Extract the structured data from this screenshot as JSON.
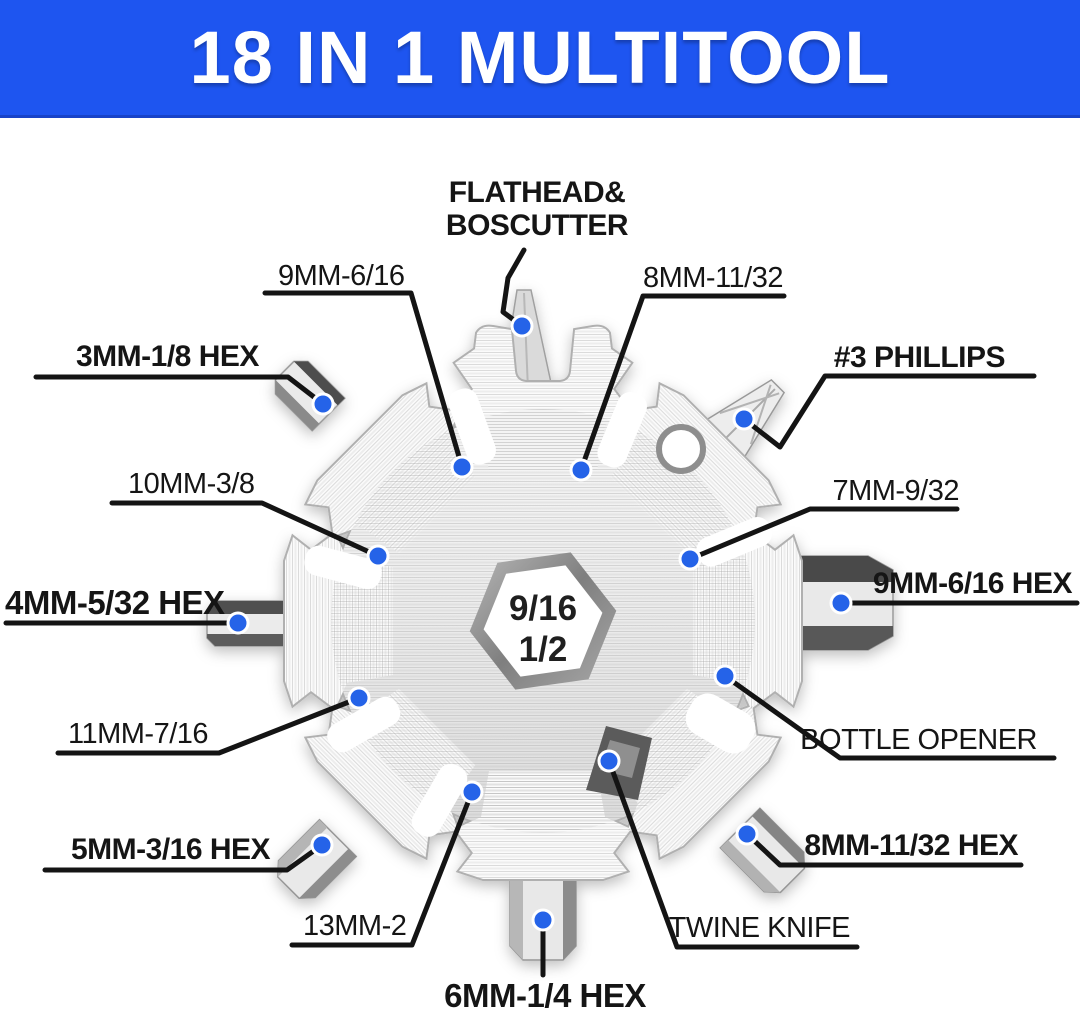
{
  "header": {
    "title": "18 IN 1 MULTITOOL",
    "background": "#1e55f0",
    "text_color": "#ffffff"
  },
  "tool": {
    "type": "snowflake-multitool",
    "center_marking": {
      "line1": "9/16",
      "line2": "1/2"
    },
    "colors": {
      "dot": "#2563e8",
      "leader_line": "#141414",
      "metal_light": "#fafafa",
      "metal_dark": "#d2d2d2",
      "bit_dark": "#4a4a4a"
    }
  },
  "callouts": {
    "flathead": {
      "text": "FLATHEAD&\nBOSCUTTER"
    },
    "size_9mm_616": {
      "text": "9MM-6/16"
    },
    "size_8mm_1132": {
      "text": "8MM-11/32"
    },
    "hex_3mm": {
      "text": "3MM-1/8 HEX"
    },
    "phillips": {
      "text": "#3 PHILLIPS"
    },
    "size_10mm_38": {
      "text": "10MM-3/8"
    },
    "size_7mm_932": {
      "text": "7MM-9/32"
    },
    "hex_4mm": {
      "text": "4MM-5/32 HEX"
    },
    "hex_9mm": {
      "text": "9MM-6/16 HEX"
    },
    "size_11mm_716": {
      "text": "11MM-7/16"
    },
    "bottle_opener": {
      "text": "BOTTLE OPENER"
    },
    "hex_5mm": {
      "text": "5MM-3/16 HEX"
    },
    "hex_8mm": {
      "text": "8MM-11/32 HEX"
    },
    "size_13mm_2": {
      "text": "13MM-2"
    },
    "twine_knife": {
      "text": "TWINE KNIFE"
    },
    "hex_6mm": {
      "text": "6MM-1/4 HEX"
    }
  }
}
